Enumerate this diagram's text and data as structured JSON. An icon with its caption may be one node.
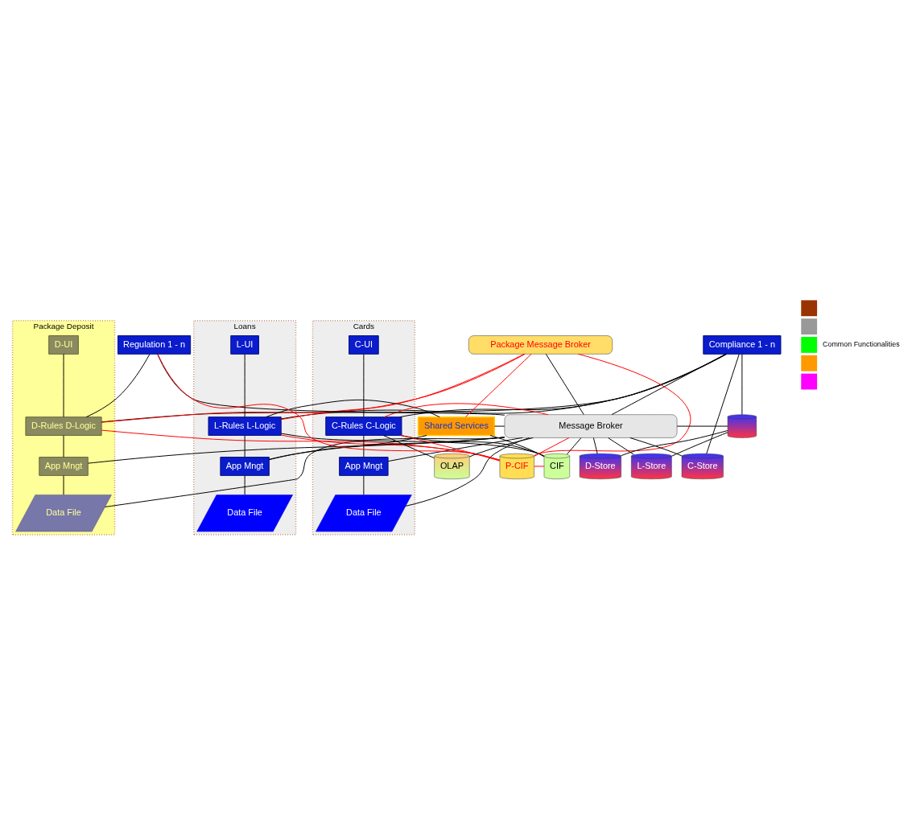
{
  "diagram": {
    "nodes": [
      {
        "text": [
          "Package Deposit"
        ]
      },
      {
        "text": [
          "D-UI"
        ],
        "in": 0
      },
      {
        "text": [
          "D-Rules D-Logic"
        ],
        "in": 0
      },
      {
        "text": [
          "App Mngt"
        ],
        "in": 0
      },
      {
        "text": [
          "Data File"
        ],
        "in": 0
      },
      {
        "text": [
          "Loans"
        ]
      },
      {
        "text": [
          "L-UI"
        ],
        "in": 5
      },
      {
        "text": [
          "L-Rules L-Logic"
        ],
        "in": 5
      },
      {
        "text": [
          "App Mngt"
        ],
        "in": 5
      },
      {
        "text": [
          "Data File"
        ],
        "in": 5
      },
      {
        "text": [
          "Cards"
        ]
      },
      {
        "text": [
          "C-UI"
        ],
        "in": 10
      },
      {
        "text": [
          "C-Rules C-Logic"
        ],
        "in": 10
      },
      {
        "text": [
          "App Mngt"
        ],
        "in": 10
      },
      {
        "text": [
          "Data File"
        ],
        "in": 10
      },
      {
        "text": [
          "Regulation 1 - n"
        ]
      },
      {
        "text": [
          "Compliance 1 - n"
        ]
      },
      {
        "text": [
          "Shared Services"
        ]
      },
      {
        "text": [
          "Package Message Broker"
        ]
      },
      {
        "text": [
          "Message Broker"
        ]
      },
      {
        "text": [
          "CIF"
        ]
      },
      {
        "text": [
          "P-CIF"
        ]
      },
      {
        "text": [
          "D-Store"
        ]
      },
      {
        "text": [
          "L-Store"
        ]
      },
      {
        "text": [
          "C-Store"
        ]
      },
      {
        "text": [
          "OLAP"
        ]
      },
      {
        "text": [],
        "shape": "cylinder"
      }
    ],
    "edges": [
      {
        "from": 1,
        "to": 2,
        "arrow": "none"
      },
      {
        "from": 2,
        "to": 3,
        "arrow": "none"
      },
      {
        "from": 3,
        "to": 4,
        "arrow": "none"
      },
      {
        "from": 6,
        "to": 7,
        "arrow": "none"
      },
      {
        "from": 7,
        "to": 8,
        "arrow": "none"
      },
      {
        "from": 8,
        "to": 9,
        "arrow": "none"
      },
      {
        "from": 11,
        "to": 12,
        "arrow": "none"
      },
      {
        "from": 12,
        "to": 13,
        "arrow": "none"
      },
      {
        "from": 13,
        "to": 14,
        "arrow": "none"
      },
      {
        "from": 17,
        "to": 19,
        "arrow": "none"
      },
      {
        "from": 15,
        "to": 19,
        "arrow": "none"
      },
      {
        "from": 18,
        "to": 19,
        "arrow": "none"
      },
      {
        "from": 16,
        "to": 19,
        "arrow": "none"
      },
      {
        "from": 26,
        "to": 19,
        "arrow": "none"
      },
      {
        "from": 16,
        "to": 26,
        "arrow": "none"
      },
      {
        "from": 19,
        "to": 20,
        "arrow": "none"
      },
      {
        "from": 19,
        "to": 22,
        "arrow": "none"
      },
      {
        "from": 19,
        "to": 23,
        "arrow": "none"
      },
      {
        "from": 19,
        "to": 24,
        "arrow": "none"
      },
      {
        "from": 19,
        "to": 25,
        "arrow": "none"
      },
      {
        "from": 18,
        "to": 17,
        "arrow": "none",
        "color": "#ff0000"
      },
      {
        "from": 20,
        "to": 21,
        "arrow": "none",
        "color": "#ff0000"
      },
      {
        "from": 15,
        "to": 21,
        "arrow": "none",
        "color": "#ff0000"
      },
      {
        "from": 2,
        "to": 21,
        "arrow": "none",
        "color": "#ff0000"
      },
      {
        "from": 2,
        "to": 18,
        "arrow": "none",
        "color": "#ff0000"
      },
      {
        "from": 7,
        "to": 21,
        "arrow": "none",
        "color": "#ff0000"
      },
      {
        "from": 7,
        "to": 18,
        "arrow": "none",
        "color": "#ff0000"
      },
      {
        "from": 12,
        "to": 21,
        "arrow": "none",
        "color": "#ff0000"
      },
      {
        "from": 12,
        "to": 19,
        "arrow": "none",
        "color": "#ff0000"
      },
      {
        "from": 18,
        "to": 21,
        "arrow": "none",
        "color": "#ff0000"
      },
      {
        "from": 19,
        "to": 21,
        "arrow": "none",
        "color": "#ff0000"
      },
      {
        "from": 2,
        "to": 15,
        "arrow": "none"
      },
      {
        "from": 7,
        "to": 17,
        "arrow": "none"
      },
      {
        "from": 7,
        "to": 20,
        "arrow": "none"
      },
      {
        "from": 8,
        "to": 17,
        "arrow": "none"
      },
      {
        "from": 8,
        "to": 19,
        "arrow": "none"
      },
      {
        "from": 3,
        "to": 19,
        "arrow": "none"
      },
      {
        "from": 4,
        "to": 19,
        "arrow": "none"
      },
      {
        "from": 2,
        "to": 16,
        "arrow": "none"
      },
      {
        "from": 7,
        "to": 16,
        "arrow": "none"
      },
      {
        "from": 12,
        "to": 16,
        "arrow": "none"
      },
      {
        "from": 12,
        "to": 20,
        "arrow": "none"
      },
      {
        "from": 13,
        "to": 19,
        "arrow": "none"
      },
      {
        "from": 14,
        "to": 19,
        "arrow": "none"
      },
      {
        "from": 12,
        "to": 25,
        "arrow": "none"
      },
      {
        "from": 16,
        "to": 24,
        "arrow": "none"
      },
      {
        "from": 26,
        "to": 22,
        "arrow": "none"
      },
      {
        "from": 26,
        "to": 23,
        "arrow": "none"
      },
      {
        "from": 17,
        "to": 20,
        "arrow": "none"
      }
    ],
    "legend": [
      {
        "text": "Common Functionalities"
      }
    ]
  }
}
